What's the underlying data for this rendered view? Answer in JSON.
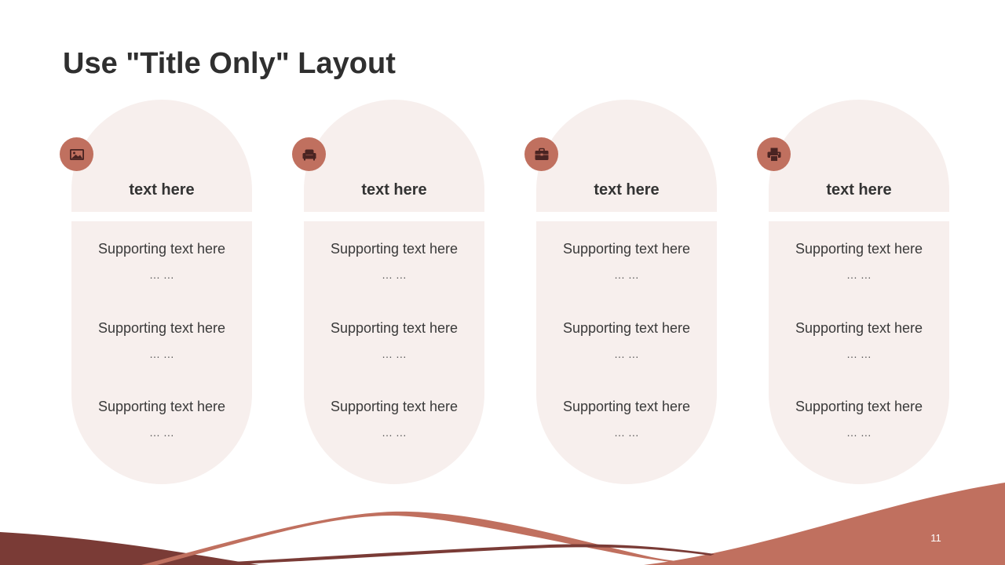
{
  "slide": {
    "title": "Use \"Title Only\" Layout",
    "page_number": "11"
  },
  "colors": {
    "accent": "#c0705f",
    "dark_accent": "#7a3b36",
    "card_fill": "#f7efed",
    "icon_glyph": "#4a2422"
  },
  "cards": [
    {
      "icon": "image-icon",
      "heading": "text here",
      "items": [
        {
          "text": "Supporting text here",
          "ellipsis": "… …"
        },
        {
          "text": "Supporting text here",
          "ellipsis": "… …"
        },
        {
          "text": "Supporting text here",
          "ellipsis": "… …"
        }
      ]
    },
    {
      "icon": "sofa-icon",
      "heading": "text here",
      "items": [
        {
          "text": "Supporting text here",
          "ellipsis": "… …"
        },
        {
          "text": "Supporting text here",
          "ellipsis": "… …"
        },
        {
          "text": "Supporting text here",
          "ellipsis": "… …"
        }
      ]
    },
    {
      "icon": "briefcase-icon",
      "heading": "text here",
      "items": [
        {
          "text": "Supporting text here",
          "ellipsis": "… …"
        },
        {
          "text": "Supporting text here",
          "ellipsis": "… …"
        },
        {
          "text": "Supporting text here",
          "ellipsis": "… …"
        }
      ]
    },
    {
      "icon": "printer-icon",
      "heading": "text here",
      "items": [
        {
          "text": "Supporting text here",
          "ellipsis": "… …"
        },
        {
          "text": "Supporting text here",
          "ellipsis": "… …"
        },
        {
          "text": "Supporting text here",
          "ellipsis": "… …"
        }
      ]
    }
  ]
}
